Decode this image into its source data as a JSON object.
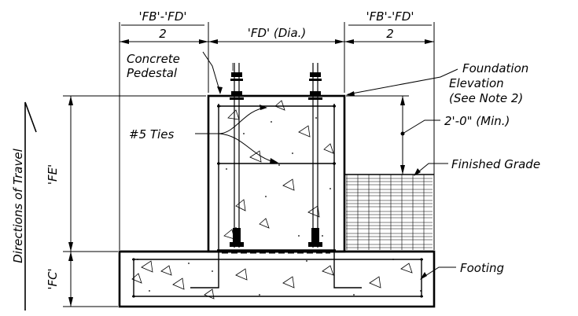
{
  "labels": {
    "fb_fd_left_num": "'FB'-'FD'",
    "fb_fd_left_den": "2",
    "fd_dia": "'FD' (Dia.)",
    "fb_fd_right_num": "'FB'-'FD'",
    "fb_fd_right_den": "2",
    "concrete_pedestal_line1": "Concrete",
    "concrete_pedestal_line2": "Pedestal",
    "foundation_line1": "Foundation",
    "foundation_line2": "Elevation",
    "foundation_line3": "(See Note 2)",
    "min_depth": "2'-0\" (Min.)",
    "ties": "#5 Ties",
    "finished_grade": "Finished Grade",
    "fe": "'FE'",
    "fc": "'FC'",
    "footing": "Footing",
    "directions_of_travel": "Directions of Travel"
  },
  "colors": {
    "line": "#000000",
    "background": "#ffffff"
  }
}
